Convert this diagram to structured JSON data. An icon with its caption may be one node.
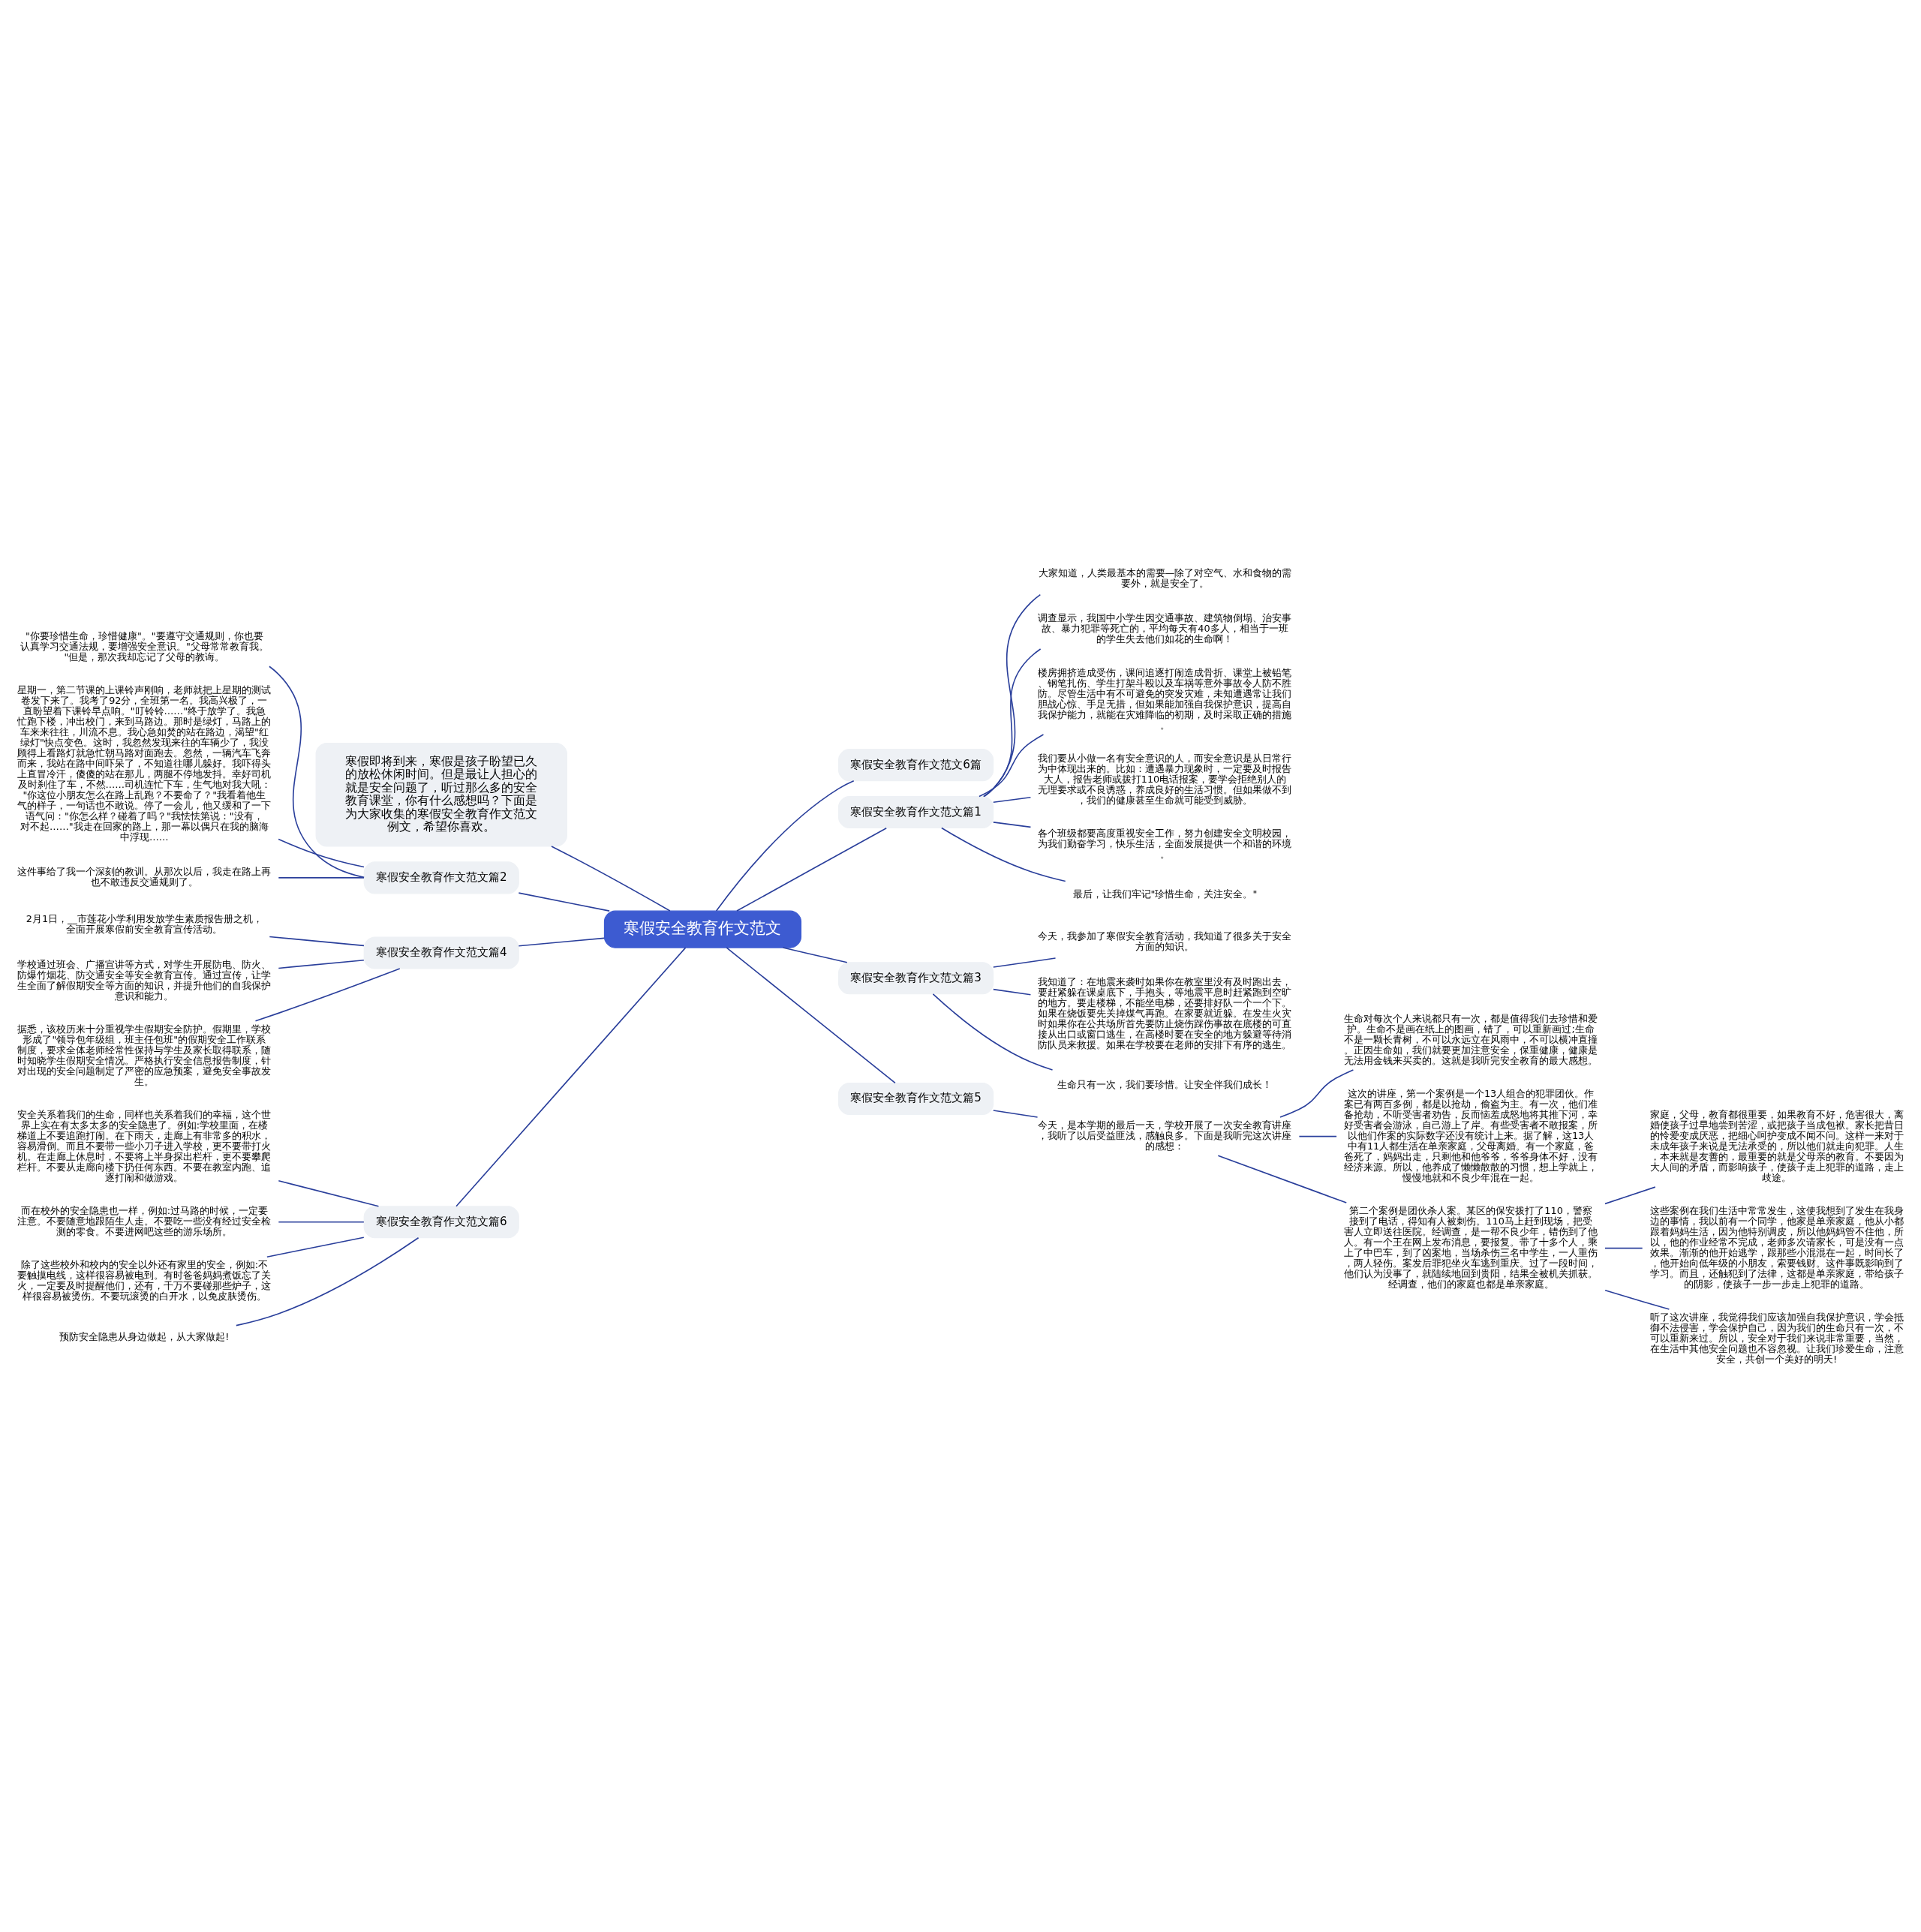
{
  "diagram": {
    "nodes": [
      {
        "text": [
          "寒假安全教育作文范文"
        ]
      },
      {
        "text": [
          "寒假即将到来，寒假是孩子盼望已久的放松休闲时间。但是最让人担心的就是安全问题了，听过那么多的安全教育课堂，你有什么感想吗？下面是为大家收集的寒假安全教育作文范文例文，希望你喜欢。"
        ]
      },
      {
        "text": [
          "寒假安全教育作文范文6篇"
        ]
      },
      {
        "text": [
          "寒假安全教育作文范文篇2"
        ]
      },
      {
        "text": [
          "\"你要珍惜生命，珍惜健康\"。\"要遵守交通规则，你也要认真学习交通法规，要增强安全意识。\"父母常常教育我。\"但是，那次我却忘记了父母的教诲。"
        ]
      },
      {
        "text": [
          "星期一，第二节课的上课铃声刚响，老师就把上星期的测试卷发下来了。我考了92分，全班第一名。我高兴极了，一直盼望着下课铃早点响。\"叮铃铃……\"终于放学了。我急忙跑下楼，冲出校门，来到马路边。那时是绿灯，马路上的车来来往往，川流不息。我心急如焚的站在路边，渴望\"红绿灯\"快点变色。这时，我忽然发现来往的车辆少了，我没顾得上看路灯就急忙朝马路对面跑去。忽然，一辆汽车飞奔而来，我站在路中间吓呆了，不知道往哪儿躲好。我吓得头上直冒冷汗，傻傻的站在那儿，两腿不停地发抖。幸好司机及时刹住了车，不然……司机连忙下车，生气地对我大吼：\"你这位小朋友怎么在路上乱跑？不要命了？\"我看着他生气的样子，一句话也不敢说。停了一会儿，他又缓和了一下语气问：\"你怎么样？碰着了吗？\"我怯怯第说：\"没有，对不起……\"我走在回家的路上，那一幕以偶只在我的脑海中浮现……"
        ]
      },
      {
        "text": [
          "这件事给了我一个深刻的教训。从那次以后，我走在路上再也不敢违反交通规则了。"
        ]
      },
      {
        "text": [
          "寒假安全教育作文范文篇1"
        ]
      },
      {
        "text": [
          "大家知道，人类最基本的需要—除了对空气、水和食物的需要外，就是安全了。"
        ]
      },
      {
        "text": [
          "调查显示，我国中小学生因交通事故、建筑物倒塌、治安事故、暴力犯罪等死亡的，平均每天有40多人，相当于一班的学生失去他们如花的生命啊！"
        ]
      },
      {
        "text": [
          "楼房拥挤造成受伤，课间追逐打闹造成骨折、课堂上被铅笔、钢笔扎伤、学生打架斗殴以及车祸等意外事故令人防不胜防。尽管生活中有不可避免的突发灾难，未知遭遇常让我们胆战心惊、手足无措，但如果能加强自我保护意识，提高自我保护能力，就能在灾难降临的初期，及时采取正确的措施。"
        ]
      },
      {
        "text": [
          "我们要从小做一名有安全意识的人，而安全意识是从日常行为中体现出来的。比如：遭遇暴力现象时，一定要及时报告大人，报告老师或拨打110电话报案，要学会拒绝别人的无理要求或不良诱惑，养成良好的生活习惯。但如果做不到，我们的健康甚至生命就可能受到威胁。"
        ]
      },
      {
        "text": [
          "各个班级都要高度重视安全工作，努力创建安全文明校园，为我们勤奋学习，快乐生活，全面发展提供一个和谐的环境。"
        ]
      },
      {
        "text": [
          "最后，让我们牢记\"珍惜生命，关注安全。\""
        ]
      },
      {
        "text": [
          "寒假安全教育作文范文篇4"
        ]
      },
      {
        "text": [
          "2月1日，__市莲花小学利用发放学生素质报告册之机，全面开展寒假前安全教育宣传活动。"
        ]
      },
      {
        "text": [
          "学校通过班会、广播宣讲等方式，对学生开展防电、防火、防爆竹烟花、防交通安全等安全教育宣传。通过宣传，让学生全面了解假期安全等方面的知识，并提升他们的自我保护意识和能力。"
        ]
      },
      {
        "text": [
          "据悉，该校历来十分重视学生假期安全防护。假期里，学校形成了\"领导包年级组，班主任包班\"的假期安全工作联系制度，要求全体老师经常性保持与学生及家长取得联系，随时知晓学生假期安全情况。严格执行安全信息报告制度，针对出现的安全问题制定了严密的应急预案，避免安全事故发生。"
        ]
      },
      {
        "text": [
          "寒假安全教育作文范文篇3"
        ]
      },
      {
        "text": [
          "今天，我参加了寒假安全教育活动，我知道了很多关于安全方面的知识。"
        ]
      },
      {
        "text": [
          "我知道了：在地震来袭时如果你在教室里没有及时跑出去，要赶紧躲在课桌底下，手抱头，等地震平息时赶紧跑到空旷的地方。要走楼梯，不能坐电梯，还要排好队一个一个下。如果在烧饭要先关掉煤气再跑。在家要就近躲。在发生火灾时如果你在公共场所首先要防止烧伤踩伤事故在底楼的可直接从出口或窗口逃生，在高楼时要在安全的地方躲避等待消防队员来救援。如果在学校要在老师的安排下有序的逃生。"
        ]
      },
      {
        "text": [
          "生命只有一次，我们要珍惜。让安全伴我们成长！"
        ]
      },
      {
        "text": [
          "寒假安全教育作文范文篇6"
        ]
      },
      {
        "text": [
          "安全关系着我们的生命，同样也关系着我们的幸福，这个世界上实在有太多太多的安全隐患了。例如:学校里面，在楼梯道上不要追跑打闹。在下雨天，走廊上有非常多的积水，容易滑倒。而且不要带一些小刀子进入学校，更不要带打火机。在走廊上休息时，不要将上半身探出栏杆，更不要攀爬栏杆。不要从走廊向楼下扔任何东西。不要在教室内跑、追逐打闹和做游戏。"
        ]
      },
      {
        "text": [
          "而在校外的安全隐患也一样，例如:过马路的时候，一定要注意。不要随意地跟陌生人走。不要吃一些没有经过安全检测的零食。不要进网吧这些的游乐场所。"
        ]
      },
      {
        "text": [
          "除了这些校外和校内的安全以外还有家里的安全，例如:不要触摸电线，这样很容易被电到。有时爸爸妈妈煮饭忘了关火，一定要及时提醒他们，还有，千万不要碰那些炉子，这样很容易被烫伤。不要玩滚烫的白开水，以免皮肤烫伤。"
        ]
      },
      {
        "text": [
          "预防安全隐患从身边做起，从大家做起!"
        ]
      },
      {
        "text": [
          "寒假安全教育作文范文篇5"
        ]
      },
      {
        "text": [
          "今天，是本学期的最后一天，学校开展了一次安全教育讲座，我听了以后受益匪浅，感触良多。下面是我听完这次讲座的感想："
        ]
      },
      {
        "text": [
          "生命对每次个人来说都只有一次，都是值得我们去珍惜和爱护。生命不是画在纸上的图画，错了，可以重新画过;生命不是一颗长青树，不可以永远立在风雨中，不可以横冲直撞。正因生命如，我们就要更加注意安全，保重健康，健康是无法用金钱来买卖的。这就是我听完安全教育的最大感想。"
        ]
      },
      {
        "text": [
          "这次的讲座，第一个案例是一个13人组合的犯罪团伙。作案已有两百多例，都是以抢劫，偷盗为主。有一次，他们准备抢劫，不听受害者劝告，反而恼羞成怒地将其推下河，幸好受害者会游泳，自己游上了岸。有些受害者不敢报案，所以他们作案的实际数字还没有统计上来。据了解，这13人中有11人都生活在单亲家庭，父母离婚。有一个家庭，爸爸死了，妈妈出走，只剩他和他爷爷，爷爷身体不好，没有经济来源。所以，他养成了懒懒散散的习惯，想上学就上，慢慢地就和不良少年混在一起。"
        ]
      },
      {
        "text": [
          "第二个案例是团伙杀人案。某区的保安拨打了110，警察接到了电话，得知有人被刺伤。110马上赶到现场，把受害人立即送往医院。经调查，是一帮不良少年，错伤到了他人。有一个王在网上发布消息，要报复。带了十多个人，乘上了中巴车，到了凶案地，当场杀伤三名中学生，一人重伤，两人轻伤。案发后罪犯坐火车逃到重庆。过了一段时间，他们认为没事了，就陆续地回到贵阳，结果全被机关抓获。经调查，他们的家庭也都是单亲家庭。"
        ]
      },
      {
        "text": [
          "家庭，父母，教育都很重要，如果教育不好，危害很大，离婚使孩子过早地尝到苦涩，或把孩子当成包袱。家长把昔日的怜爱变成厌恶，把细心呵护变成不闻不问。这样一来对于未成年孩子来说是无法承受的，所以他们就走向犯罪。人生，本来就是友善的，最重要的就是父母亲的教育。不要因为大人间的矛盾，而影响孩子，使孩子走上犯罪的道路，走上歧途。"
        ]
      },
      {
        "text": [
          "这些案例在我们生活中常常发生，这使我想到了发生在我身边的事情，我以前有一个同学，他家是单亲家庭，他从小都跟着妈妈生活，因为他特别调皮，所以他妈妈管不住他，所以，他的作业经常不完成，老师多次请家长，可是没有一点效果。渐渐的他开始逃学，跟那些小混混在一起，时间长了，他开始向低年级的小朋友，索要钱财。这件事既影响到了学习。而且，还触犯到了法律，这都是单亲家庭，带给孩子的阴影，使孩子一步一步走上犯罪的道路。"
        ]
      },
      {
        "text": [
          "听了这次讲座，我觉得我们应该加强自我保护意识，学会抵御不法侵害，学会保护自己，因为我们的生命只有一次，不可以重新来过。所以，安全对于我们来说非常重要，当然，在生活中其他安全问题也不容忽视。让我们珍爱生命，注意安全，共创一个美好的明天!"
        ]
      }
    ],
    "edges": [
      {
        "from": 0,
        "to": 1,
        "arrow": "none"
      },
      {
        "from": 0,
        "to": 2,
        "arrow": "none"
      },
      {
        "from": 0,
        "to": 3,
        "arrow": "none"
      },
      {
        "from": 3,
        "to": 4,
        "arrow": "none"
      },
      {
        "from": 3,
        "to": 5,
        "arrow": "none"
      },
      {
        "from": 3,
        "to": 6,
        "arrow": "none"
      },
      {
        "from": 0,
        "to": 7,
        "arrow": "none"
      },
      {
        "from": 7,
        "to": 8,
        "arrow": "none"
      },
      {
        "from": 7,
        "to": 9,
        "arrow": "none"
      },
      {
        "from": 7,
        "to": 10,
        "arrow": "none"
      },
      {
        "from": 7,
        "to": 11,
        "arrow": "none"
      },
      {
        "from": 7,
        "to": 12,
        "arrow": "none"
      },
      {
        "from": 7,
        "to": 13,
        "arrow": "none"
      },
      {
        "from": 0,
        "to": 14,
        "arrow": "none"
      },
      {
        "from": 14,
        "to": 15,
        "arrow": "none"
      },
      {
        "from": 14,
        "to": 16,
        "arrow": "none"
      },
      {
        "from": 14,
        "to": 17,
        "arrow": "none"
      },
      {
        "from": 0,
        "to": 18,
        "arrow": "none"
      },
      {
        "from": 18,
        "to": 19,
        "arrow": "none"
      },
      {
        "from": 18,
        "to": 20,
        "arrow": "none"
      },
      {
        "from": 18,
        "to": 21,
        "arrow": "none"
      },
      {
        "from": 0,
        "to": 22,
        "arrow": "none"
      },
      {
        "from": 22,
        "to": 23,
        "arrow": "none"
      },
      {
        "from": 22,
        "to": 24,
        "arrow": "none"
      },
      {
        "from": 22,
        "to": 25,
        "arrow": "none"
      },
      {
        "from": 22,
        "to": 26,
        "arrow": "none"
      },
      {
        "from": 0,
        "to": 27,
        "arrow": "none"
      },
      {
        "from": 27,
        "to": 28,
        "arrow": "none"
      },
      {
        "from": 28,
        "to": 29,
        "arrow": "none"
      },
      {
        "from": 28,
        "to": 30,
        "arrow": "none"
      },
      {
        "from": 28,
        "to": 31,
        "arrow": "none"
      },
      {
        "from": 31,
        "to": 32,
        "arrow": "none"
      },
      {
        "from": 31,
        "to": 33,
        "arrow": "none"
      },
      {
        "from": 31,
        "to": 34,
        "arrow": "none"
      }
    ]
  }
}
